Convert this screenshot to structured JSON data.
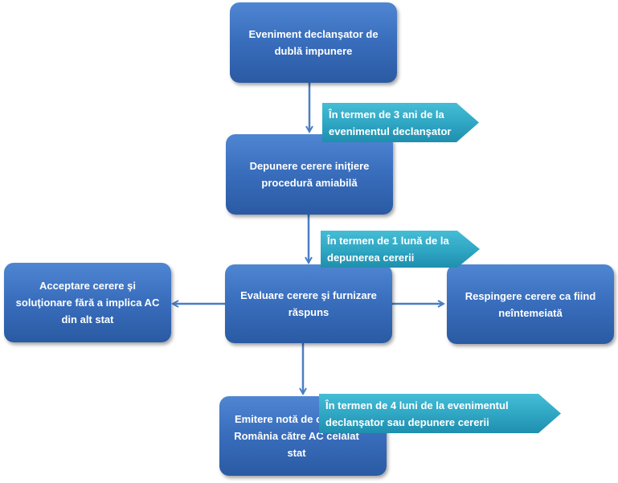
{
  "nodes": {
    "trigger": "Eveniment declanşator de dublă impunere",
    "request": "Depunere cerere iniţiere procedură amiabilă",
    "evaluate": "Evaluare cerere şi furnizare răspuns",
    "accept": "Acceptare cerere şi soluţionare fără a implica AC din alt stat",
    "reject": "Respingere cerere ca fiind neîntemeiată",
    "notify": "Emitere notă de către AC România către AC celălat stat"
  },
  "deadlines": {
    "first": "În termen de 3 ani de la evenimentul declanşator",
    "second": "În termen de 1 lună de la depunerea cererii",
    "third": "În termen de 4 luni de la evenimentul declanşator sau depunere cererii"
  },
  "colors": {
    "node": "#3a6fbe",
    "deadline": "#2ea5c2",
    "connector": "#4a7ec4"
  }
}
